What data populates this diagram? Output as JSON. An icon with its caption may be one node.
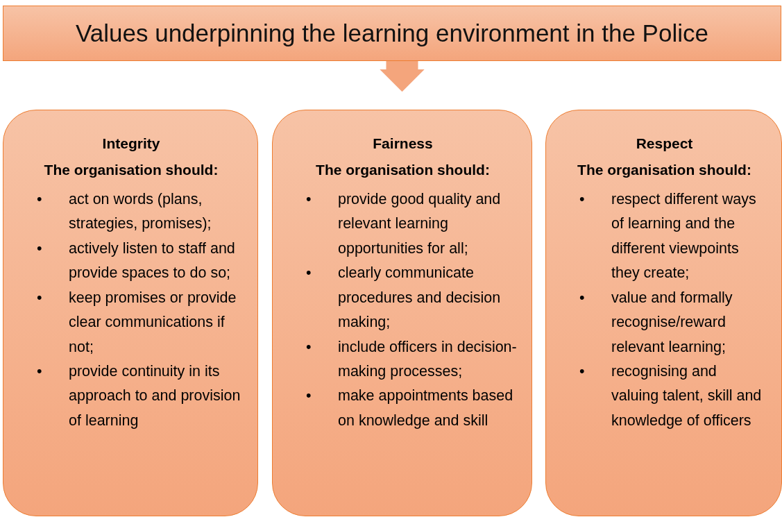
{
  "diagram": {
    "nodes": [
      {
        "text": [
          "Values underpinning the learning environment in the Police"
        ]
      },
      {
        "text": [
          "Integrity",
          "The organisation should:",
          "•",
          "act on words (plans, strategies, promises);",
          "•",
          "actively listen to staff and provide spaces to do so;",
          "•",
          "keep promises or provide clear communications if not;",
          "•",
          "provide continuity in its approach to and provision of learning"
        ]
      },
      {
        "text": [
          "Fairness",
          "The organisation should:",
          "•",
          "provide good quality and relevant learning opportunities for all;",
          "•",
          "clearly communicate procedures and decision making;",
          "•",
          "include officers in decision-making processes;",
          "•",
          "make appointments based on knowledge and skill"
        ]
      },
      {
        "text": [
          "Respect",
          "The organisation should:",
          "•",
          "respect different ways of learning and the different viewpoints they create;",
          "•",
          "value and formally recognise/reward relevant learning;",
          "•",
          "recognising and valuing talent, skill and knowledge of officers"
        ]
      }
    ],
    "edges": [
      {
        "from": 0,
        "to": 2,
        "arrow": "to"
      }
    ]
  }
}
